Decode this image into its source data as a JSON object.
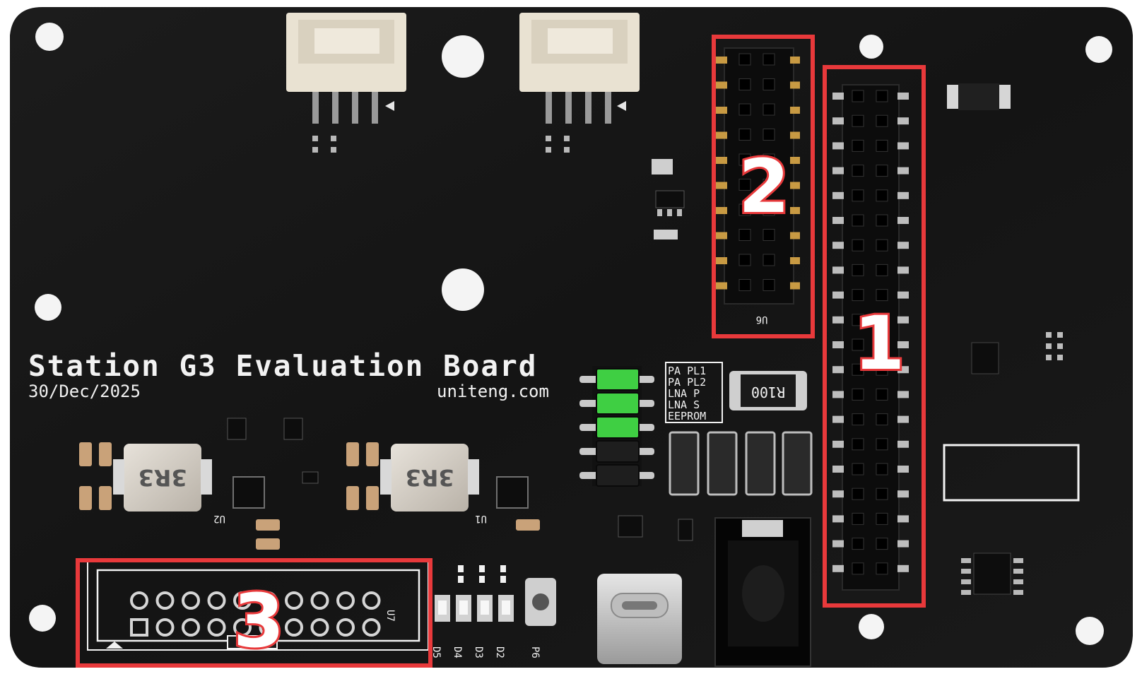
{
  "board": {
    "title": "Station G3 Evaluation Board",
    "date": "30/Dec/2025",
    "website": "uniteng.com",
    "jumper_labels": [
      "PA PL1",
      "PA PL2",
      "LNA P",
      "LNA S",
      "EEPROM"
    ],
    "resistor_marking": "R100",
    "inductor_marking": "3R3",
    "component_labels": {
      "u1": "U1",
      "u2": "U2",
      "u6": "U6",
      "u7": "U7",
      "d2": "D2",
      "d3": "D3",
      "d4": "D4",
      "d5": "D5",
      "p6": "P6"
    }
  },
  "callouts": [
    {
      "label": "1",
      "target": "40-pin header"
    },
    {
      "label": "2",
      "target": "20-pin header U6"
    },
    {
      "label": "3",
      "target": "20-pin connector U7"
    }
  ],
  "colors": {
    "board": "#161616",
    "silkscreen": "#f2f2f2",
    "highlight": "#e8393b",
    "jumper_green": "#3fcf43",
    "connector_beige": "#e9e2d2",
    "gold": "#c89a43"
  }
}
